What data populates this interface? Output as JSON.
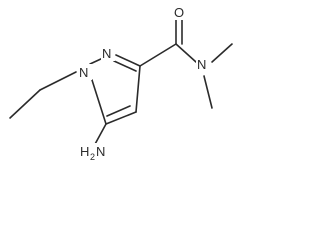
{
  "molecule": {
    "atom_labels": {
      "ring_n1": "N",
      "ring_n2": "N",
      "carbonyl_o": "O",
      "amide_n": "N",
      "amine_main": "H",
      "amine_sub": "2",
      "amine_n": "N"
    },
    "colors": {
      "ink": "#2b2b2b",
      "background": "#ffffff"
    }
  }
}
